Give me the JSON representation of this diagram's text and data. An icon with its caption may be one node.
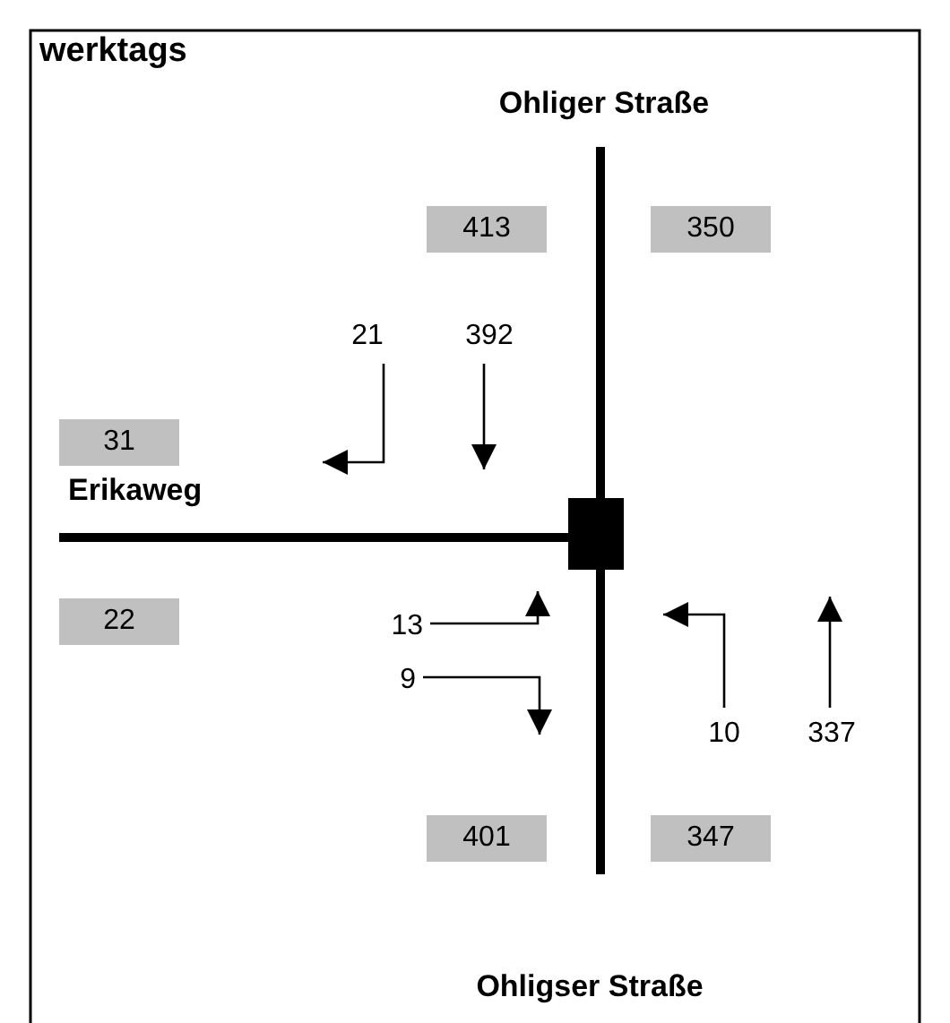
{
  "diagram": {
    "title": "werktags",
    "nodes": [
      {
        "text": [
          "413"
        ]
      },
      {
        "text": [
          "350"
        ]
      },
      {
        "text": [
          "21"
        ]
      },
      {
        "text": [
          "392"
        ]
      },
      {
        "text": [
          "31"
        ]
      },
      {
        "text": [
          "22"
        ]
      },
      {
        "text": [
          "13"
        ]
      },
      {
        "text": [
          "9"
        ]
      },
      {
        "text": [
          "10"
        ]
      },
      {
        "text": [
          "337"
        ]
      },
      {
        "text": [
          "401"
        ]
      },
      {
        "text": [
          "347"
        ]
      }
    ],
    "edges": [
      {
        "from": 2,
        "to": null,
        "arrow": "to"
      },
      {
        "from": 3,
        "to": null,
        "arrow": "to"
      },
      {
        "from": 6,
        "to": null,
        "arrow": "to"
      },
      {
        "from": 7,
        "to": null,
        "arrow": "to"
      },
      {
        "from": 8,
        "to": null,
        "arrow": "to"
      },
      {
        "from": 9,
        "to": null,
        "arrow": "to"
      }
    ],
    "labels": [
      "Ohliger Straße",
      "Erikaweg",
      "Ohligser Straße"
    ]
  }
}
